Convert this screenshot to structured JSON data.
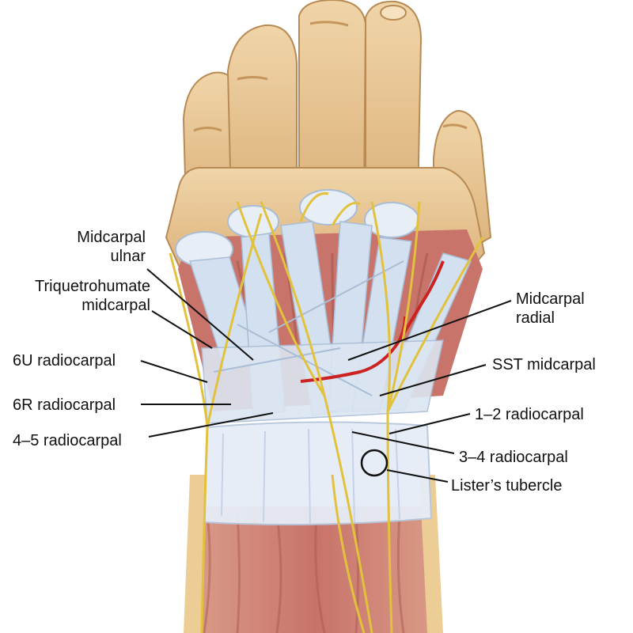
{
  "labels": {
    "midcarpal_ulnar": {
      "line1": "Midcarpal",
      "line2": "ulnar"
    },
    "triquetrohumate_midcarpal": {
      "line1": "Triquetrohumate",
      "line2": "midcarpal"
    },
    "radiocarpal_6u": "6U radiocarpal",
    "radiocarpal_6r": "6R radiocarpal",
    "radiocarpal_4_5": "4–5 radiocarpal",
    "midcarpal_radial": {
      "line1": "Midcarpal",
      "line2": "radial"
    },
    "sst_midcarpal": "SST midcarpal",
    "radiocarpal_1_2": "1–2 radiocarpal",
    "radiocarpal_3_4": "3–4 radiocarpal",
    "listers_tubercle": "Lister’s tubercle"
  },
  "colors": {
    "skin": "#e9c896",
    "skin_shade": "#c9a06b",
    "muscle": "#c9776a",
    "muscle_light": "#dfa090",
    "ligament": "#d3e0ef",
    "ligament_edge": "#a9bdd6",
    "retinaculum": "#e4ecf6",
    "tendon": "#e2c23c",
    "artery": "#cc2222",
    "ink": "#111111"
  }
}
